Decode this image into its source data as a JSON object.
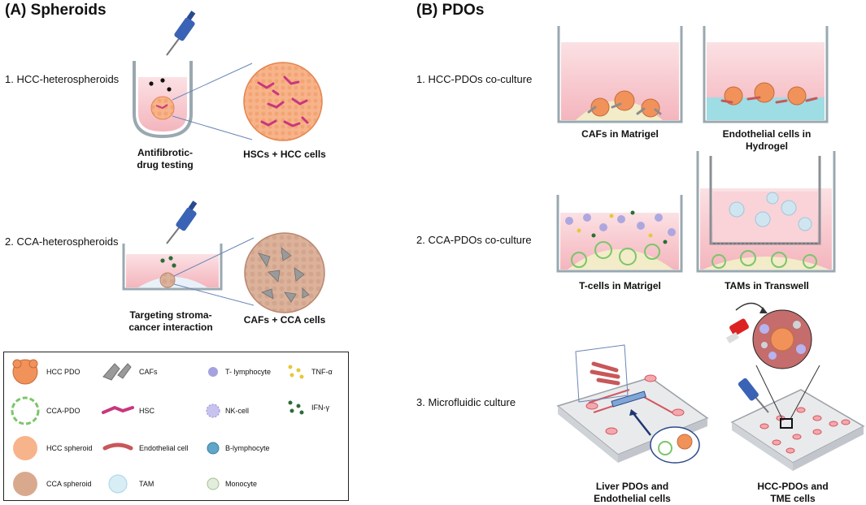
{
  "panel_a": {
    "title": "(A) Spheroids",
    "row1": {
      "label": "1. HCC-heterospheroids",
      "left_caption": "Antifibrotic-\ndrug testing",
      "right_caption": "HSCs + HCC cells"
    },
    "row2": {
      "label": "2. CCA-heterospheroids",
      "left_caption": "Targeting stroma-\ncancer interaction",
      "right_caption": "CAFs + CCA cells"
    }
  },
  "panel_b": {
    "title": "(B) PDOs",
    "row1": {
      "label": "1. HCC-PDOs co-culture",
      "left_caption": "CAFs in Matrigel",
      "right_caption": "Endothelial cells in\nHydrogel"
    },
    "row2": {
      "label": "2. CCA-PDOs co-culture",
      "left_caption": "T-cells in Matrigel",
      "right_caption": "TAMs in Transwell"
    },
    "row3": {
      "label": "3. Microfluidic culture",
      "left_caption": "Liver PDOs and\nEndothelial cells",
      "right_caption": "HCC-PDOs and\nTME cells"
    }
  },
  "legend": {
    "hcc_pdo": "HCC PDO",
    "cca_pdo": "CCA-PDO",
    "hcc_spheroid": "HCC spheroid",
    "cca_spheroid": "CCA spheroid",
    "cafs": "CAFs",
    "hsc": "HSC",
    "endothelial": "Endothelial cell",
    "tam": "TAM",
    "t_lymphocyte": "T- lymphocyte",
    "nk_cell": "NK-cell",
    "b_lymphocyte": "B-lymphocyte",
    "monocyte": "Monocyte",
    "tnf": "TNF-α",
    "ifn": "IFN-γ"
  },
  "colors": {
    "hcc_orange": "#f0925a",
    "spheroid_orange": "#f7b48a",
    "cca_tan": "#d9a98e",
    "medium_pink": "#f7c6cc",
    "matrigel_cream": "#f3ecc8",
    "hydrogel_cyan": "#9fdde4",
    "pipette_blue": "#3b63b5",
    "cca_green": "#7cc56a",
    "hsc_magenta": "#c8377e",
    "t_cell_purple": "#a6a2e0"
  }
}
